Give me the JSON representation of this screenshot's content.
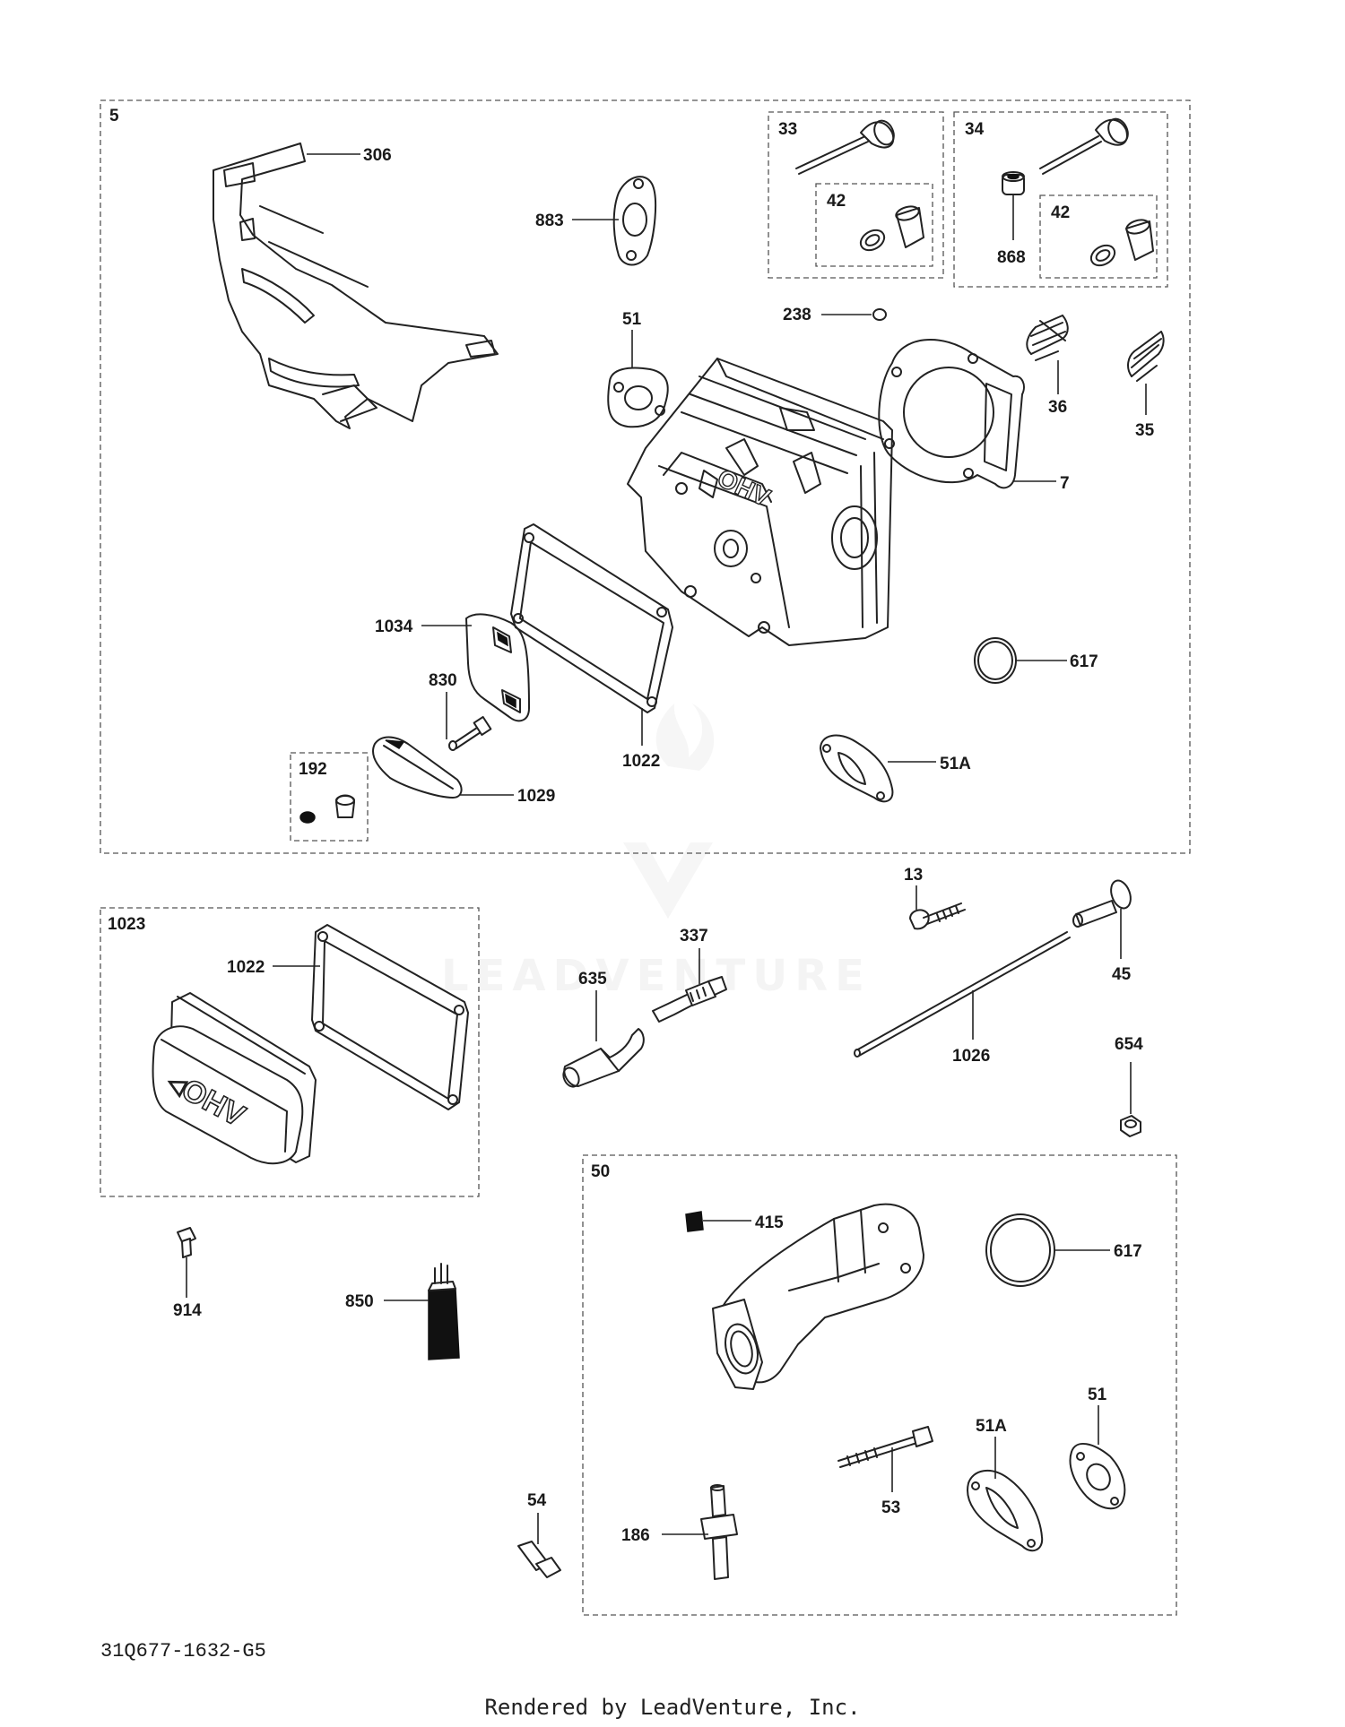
{
  "diagram_code": "31Q677-1632-G5",
  "footer_text": "Rendered by LeadVenture, Inc.",
  "watermark_text": "LEADVENTURE",
  "group_labels": {
    "main": "5",
    "intake_valve": "33",
    "exhaust_valve": "34",
    "retainer_a": "42",
    "retainer_b": "42",
    "breather": "192",
    "cover_kit": "1023",
    "intake_kit": "50"
  },
  "callouts": {
    "c306": "306",
    "c883": "883",
    "c868": "868",
    "c238": "238",
    "c51": "51",
    "c36": "36",
    "c35": "35",
    "c7": "7",
    "c1034": "1034",
    "c830": "830",
    "c617": "617",
    "c1022": "1022",
    "c51A": "51A",
    "c1029": "1029",
    "c13": "13",
    "c337": "337",
    "c45": "45",
    "c1022b": "1022",
    "c635": "635",
    "c1026": "1026",
    "c654": "654",
    "c415": "415",
    "c617b": "617",
    "c914": "914",
    "c850": "850",
    "c51b": "51",
    "c51Ab": "51A",
    "c54": "54",
    "c53": "53",
    "c186": "186"
  }
}
